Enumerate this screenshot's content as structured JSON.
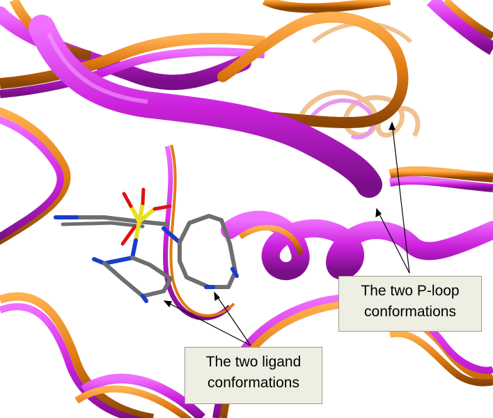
{
  "colors": {
    "structure_a": "#cc22dd",
    "structure_b": "#e07a10",
    "ligand_carbon": "#6e6e6e",
    "ligand_nitrogen": "#1a3ccc",
    "ligand_sulfur": "#e8e020",
    "ligand_oxygen": "#dd1111",
    "callout_background": "#efeee2"
  },
  "annotations": {
    "ploop": {
      "line1": "The two P-loop",
      "line2": "conformations"
    },
    "ligand": {
      "line1": "The two ligand",
      "line2": "conformations"
    }
  }
}
